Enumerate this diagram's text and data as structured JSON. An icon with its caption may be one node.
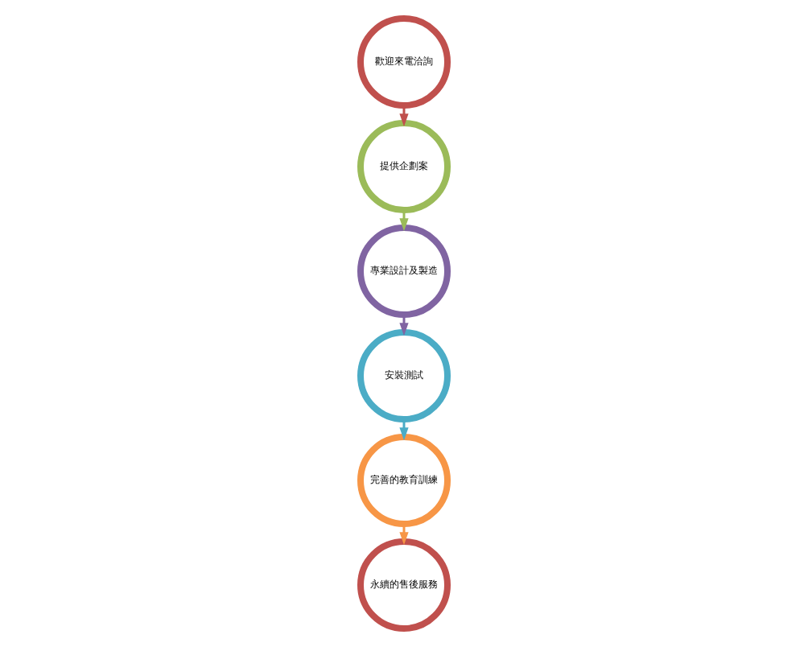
{
  "diagram": {
    "nodes": [
      {
        "text": [
          "歡迎來電洽詢"
        ]
      },
      {
        "text": [
          "提供企劃案"
        ]
      },
      {
        "text": [
          "專業設計及製造"
        ]
      },
      {
        "text": [
          "安裝測試"
        ]
      },
      {
        "text": [
          "完善的教育訓練"
        ]
      },
      {
        "text": [
          "永續的售後服務"
        ]
      }
    ],
    "edges": [
      {
        "from": 0,
        "to": 1,
        "arrow": "to",
        "color": "#c0504d"
      },
      {
        "from": 1,
        "to": 2,
        "arrow": "to",
        "color": "#9bbb59"
      },
      {
        "from": 2,
        "to": 3,
        "arrow": "to",
        "color": "#8064a2"
      },
      {
        "from": 3,
        "to": 4,
        "arrow": "to",
        "color": "#4bacc6"
      },
      {
        "from": 4,
        "to": 5,
        "arrow": "to",
        "color": "#f79646"
      }
    ]
  }
}
